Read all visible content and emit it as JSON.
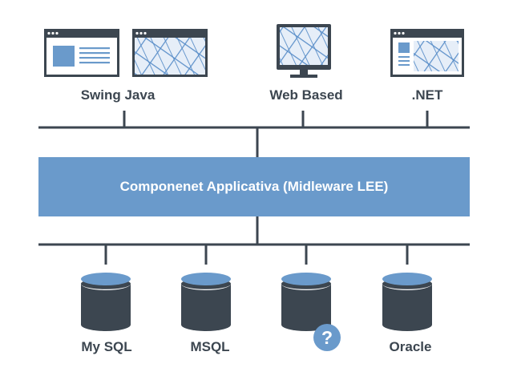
{
  "clients": [
    {
      "label": "Swing Java"
    },
    {
      "label": "Web Based"
    },
    {
      "label": ".NET"
    }
  ],
  "middleware": {
    "label": "Componenet Applicativa (Midleware LEE)"
  },
  "databases": [
    {
      "label": "My SQL"
    },
    {
      "label": "MSQL"
    },
    {
      "label": ""
    },
    {
      "label": "Oracle"
    }
  ],
  "unknown_marker": {
    "glyph": "?"
  },
  "colors": {
    "blue": "#6a9acb",
    "dark": "#3c4650",
    "window_bg": "#ffffff",
    "grid_line": "#5b8fc9"
  },
  "icons": {
    "client_window": "browser-window-icon",
    "database": "database-cylinder-icon",
    "unknown": "question-mark-icon"
  }
}
